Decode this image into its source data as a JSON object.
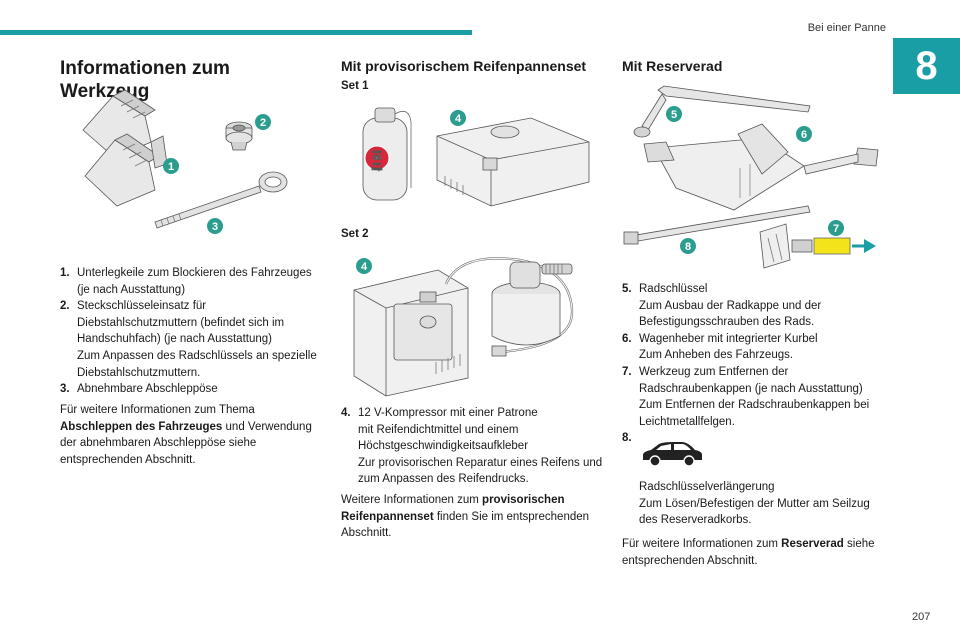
{
  "header": {
    "section": "Bei einer Panne",
    "chapter": "8"
  },
  "col1": {
    "title": "Informationen zum Werkzeug",
    "callouts": [
      "1",
      "2",
      "3"
    ],
    "items": [
      {
        "num": "1.",
        "lines": [
          "Unterlegkeile zum Blockieren des Fahrzeuges",
          "(je nach Ausstattung)"
        ]
      },
      {
        "num": "2.",
        "lines": [
          "Steckschlüsseleinsatz für",
          "Diebstahlschutzmuttern (befindet sich im",
          "Handschuhfach) (je nach Ausstattung)",
          "Zum Anpassen des Radschlüssels an spezielle",
          "Diebstahlschutzmuttern."
        ]
      },
      {
        "num": "3.",
        "lines": [
          "Abnehmbare Abschleppöse"
        ]
      }
    ],
    "note_pre": "Für weitere Informationen zum Thema",
    "note_bold": "Abschleppen des Fahrzeuges",
    "note_post": " und Verwendung",
    "note_line3": "der abnehmbaren Abschleppöse siehe",
    "note_line4": "entsprechenden Abschnitt."
  },
  "col2": {
    "title": "Mit provisorischem Reifenpannenset",
    "set1": "Set 1",
    "set2": "Set 2",
    "callout4": "4",
    "label_text": [
      "km/h",
      "50",
      "max",
      "50mph"
    ],
    "items": [
      {
        "num": "4.",
        "lines": [
          "12 V-Kompressor mit einer Patrone",
          "mit Reifendichtmittel und einem",
          "Höchstgeschwindigkeitsaufkleber",
          "Zur provisorischen Reparatur eines Reifens und",
          "zum Anpassen des Reifendrucks."
        ]
      }
    ],
    "note_pre": "Weitere Informationen zum ",
    "note_bold1": "provisorischen",
    "note_bold2": "Reifenpannenset",
    "note_post": " finden Sie im entsprechenden",
    "note_line3": "Abschnitt."
  },
  "col3": {
    "title": "Mit Reserverad",
    "callouts": [
      "5",
      "6",
      "7",
      "8"
    ],
    "items": [
      {
        "num": "5.",
        "lines": [
          "Radschlüssel",
          "Zum Ausbau der Radkappe und der",
          "Befestigungsschrauben des Rads."
        ]
      },
      {
        "num": "6.",
        "lines": [
          "Wagenheber mit integrierter Kurbel",
          "Zum Anheben des Fahrzeugs."
        ]
      },
      {
        "num": "7.",
        "lines": [
          "Werkzeug zum Entfernen der",
          "Radschraubenkappen (je nach Ausstattung)",
          "Zum Entfernen der Radschraubenkappen bei",
          "Leichtmetallfelgen."
        ]
      },
      {
        "num": "8.",
        "lines": [
          ""
        ]
      }
    ],
    "item8_lines": [
      "Radschlüsselverlängerung",
      "Zum Lösen/Befestigen der Mutter am Seilzug",
      "des Reserveradkorbs."
    ],
    "note_pre": "Für weitere Informationen zum ",
    "note_bold": "Reserverad",
    "note_post": " siehe",
    "note_line2": "entsprechenden Abschnitt."
  },
  "footer": {
    "page": "207"
  },
  "colors": {
    "accent": "#1a9ea6",
    "callout_green": "#2a9d8f",
    "warning_red": "#d6283a",
    "highlight_yellow": "#f2e31a"
  }
}
